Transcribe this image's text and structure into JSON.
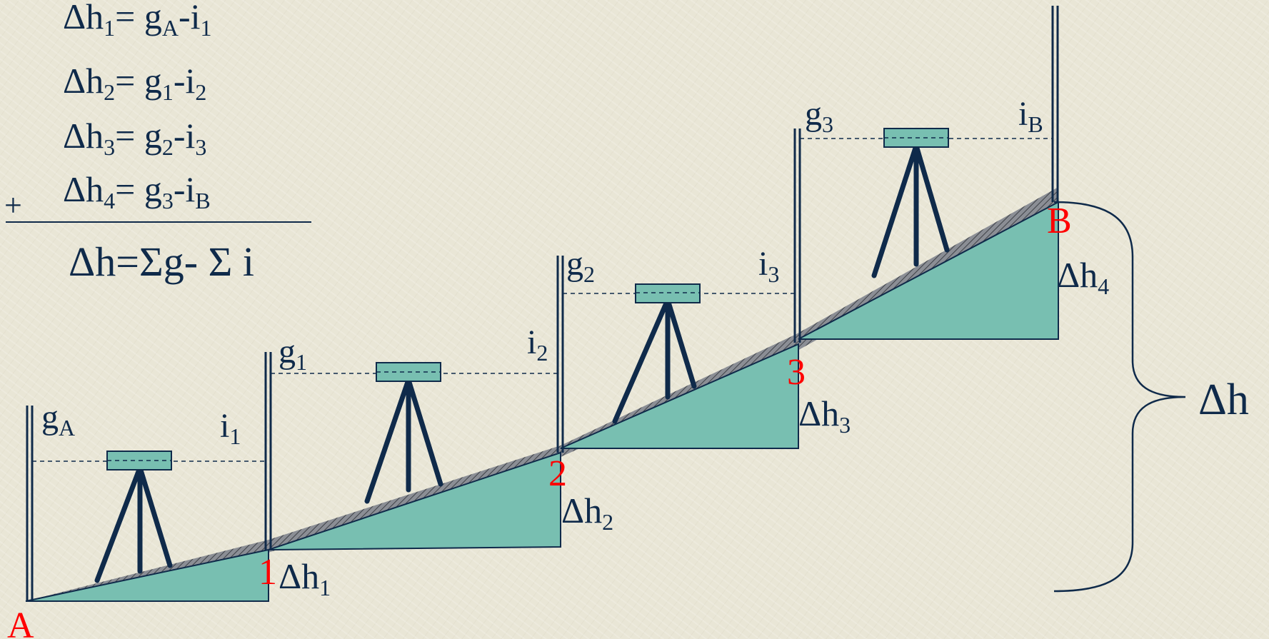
{
  "formulas": {
    "line1": {
      "lhs": "Δh",
      "lhs_sub": "1",
      "eq": "= g",
      "g_sub": "A",
      "minus": "-i",
      "i_sub": "1"
    },
    "line2": {
      "lhs": "Δh",
      "lhs_sub": "2",
      "eq": "= g",
      "g_sub": "1",
      "minus": "-i",
      "i_sub": "2"
    },
    "line3": {
      "lhs": "Δh",
      "lhs_sub": "3",
      "eq": "= g",
      "g_sub": "2",
      "minus": "-i",
      "i_sub": "3"
    },
    "line4": {
      "lhs": "Δh",
      "lhs_sub": "4",
      "eq": "= g",
      "g_sub": "3",
      "minus": "-i",
      "i_sub": "B"
    },
    "plus_sign": "+",
    "total": "Δh=Σg- Σ i"
  },
  "points": {
    "A": "A",
    "p1": "1",
    "p2": "2",
    "p3": "3",
    "B": "B"
  },
  "staff_labels": {
    "gA": {
      "base": "g",
      "sub": "A"
    },
    "i1": {
      "base": "i",
      "sub": "1"
    },
    "g1": {
      "base": "g",
      "sub": "1"
    },
    "i2": {
      "base": "i",
      "sub": "2"
    },
    "g2": {
      "base": "g",
      "sub": "2"
    },
    "i3": {
      "base": "i",
      "sub": "3"
    },
    "g3": {
      "base": "g",
      "sub": "3"
    },
    "iB": {
      "base": "i",
      "sub": "B"
    }
  },
  "delta_labels": {
    "dh1": {
      "base": "Δh",
      "sub": "1"
    },
    "dh2": {
      "base": "Δh",
      "sub": "2"
    },
    "dh3": {
      "base": "Δh",
      "sub": "3"
    },
    "dh4": {
      "base": "Δh",
      "sub": "4"
    },
    "total": "Δh"
  },
  "colors": {
    "navy": "#0f2a4a",
    "teal": "#78bfb1",
    "point_red": "#ff0000",
    "background": "#e9e6d6"
  }
}
